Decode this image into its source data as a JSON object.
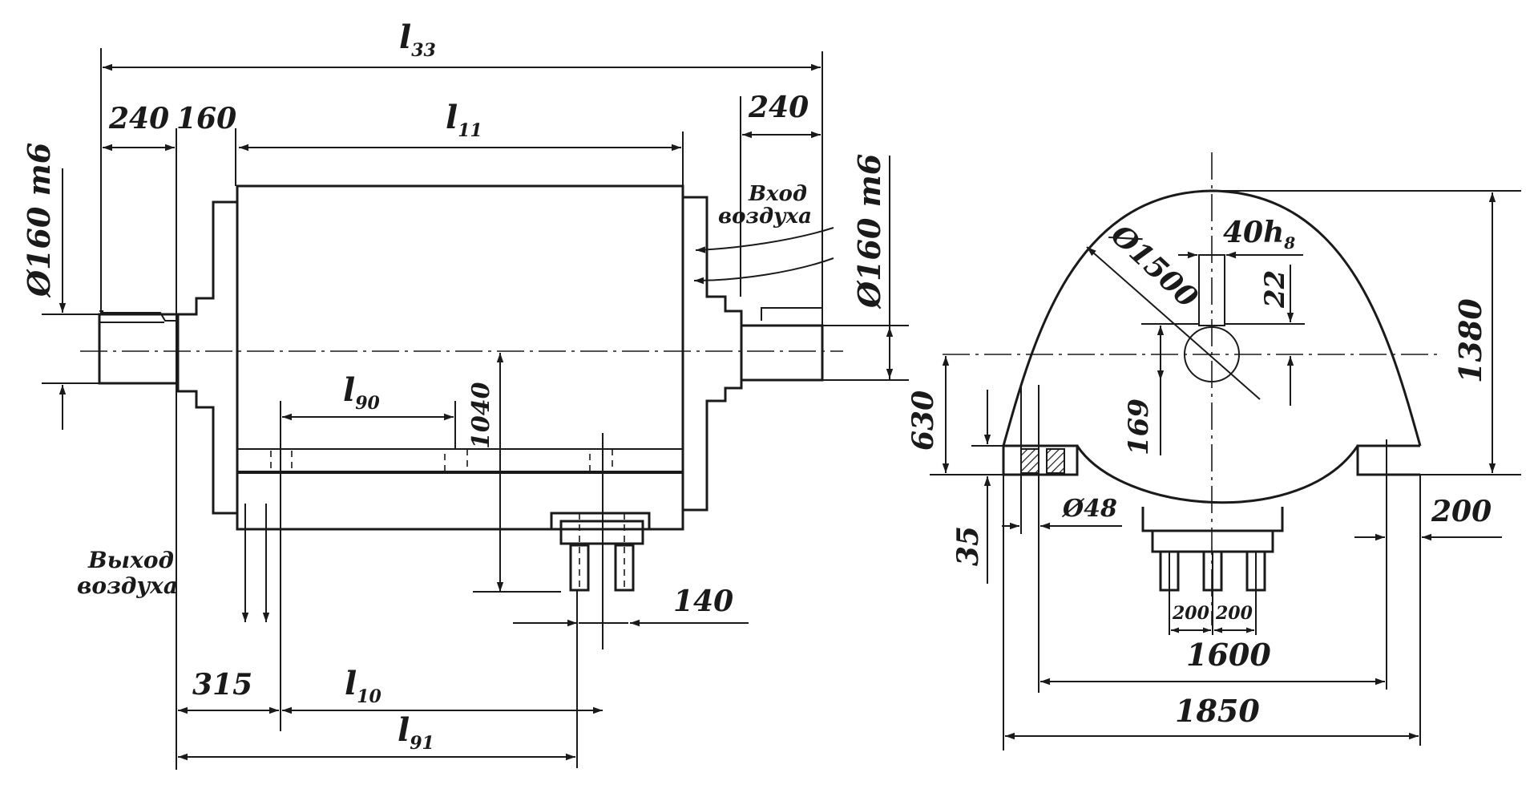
{
  "side_view": {
    "dim_l33": "l",
    "dim_l33_sub": "33",
    "dim_l11": "l",
    "dim_l11_sub": "11",
    "dim_240_left": "240",
    "dim_160": "160",
    "dim_240_right": "240",
    "dim_shaft_left": "Ø160 m6",
    "dim_shaft_right": "Ø160 m6",
    "air_in_line1": "Вход",
    "air_in_line2": "воздуха",
    "air_out_line1": "Выход",
    "air_out_line2": "воздуха",
    "dim_l90": "l",
    "dim_l90_sub": "90",
    "dim_1040": "1040",
    "dim_140": "140",
    "dim_315": "315",
    "dim_l10": "l",
    "dim_l10_sub": "10",
    "dim_l91": "l",
    "dim_l91_sub": "91"
  },
  "end_view": {
    "dim_1500": "Ø1500",
    "dim_40h8": "40h",
    "dim_40h8_sub": "8",
    "dim_22": "22",
    "dim_1380": "1380",
    "dim_630": "630",
    "dim_169": "169",
    "dim_48": "Ø48",
    "dim_35": "35",
    "dim_200_right": "200",
    "dim_200_a": "200",
    "dim_200_b": "200",
    "dim_1600": "1600",
    "dim_1850": "1850"
  }
}
